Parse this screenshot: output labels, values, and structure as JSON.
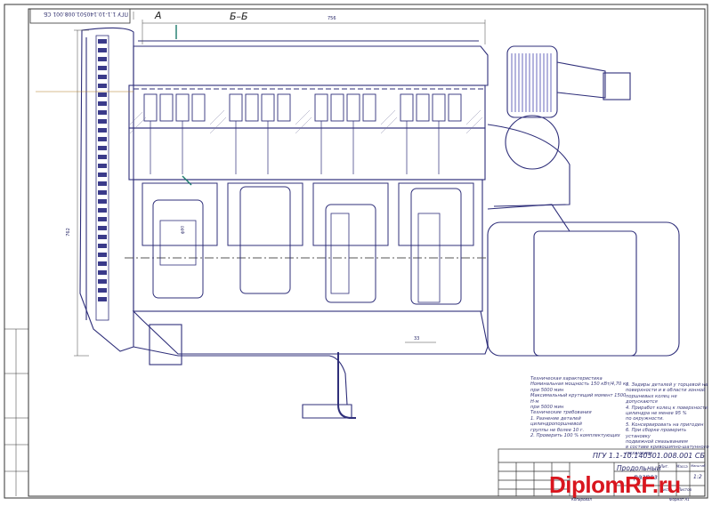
{
  "drawing": {
    "section_left": "А",
    "section_title": "Б–Б",
    "dim_top": "756",
    "dim_left": "762",
    "dim_bottom": "33",
    "dim_inner": "ф90",
    "stamp_vertical": "ПГУ 1.1-10.140501.008.001 СБ"
  },
  "notes": {
    "left": "Техническая характеристика\nНоминальная мощность 150 кВт/4,70 кс\nпри 5000 мин\nМаксимальный крутящий момент 1500 Н·м\nпри 5000 мин\nТехнические требования\n1. Разнение деталей цилиндропоршневой\nгруппы не более 10 г.\n2. Проверить 100 % комплектующих",
    "right": "3. Задиры деталей у торцевой на\nповерхности и в области зонной\nпоршневых колец не допускаются\n4. Приработ колец к поверхности\nцилиндра не менее 95 %\nпо окружности.\n5. Консервировать на пригоден\n6. При сборке проверить установку\nподвижной смазыванием\nв составе кривошипно-шатунного\nмеханизма"
  },
  "title_block": {
    "doc_number": "ПГУ 1.1-10.140501.008.001 СБ",
    "title_line1": "Продольный",
    "title_line2": "разрез",
    "lit_header": "Лит.",
    "mass_header": "Масса",
    "scale_header": "Масштаб",
    "scale_value": "1:2",
    "sheet_label": "Лист",
    "sheets_label": "Листов",
    "format_label": "Формат А1",
    "copied_label": "Копировал"
  },
  "watermark": {
    "text": "DiplomRF.ru"
  }
}
